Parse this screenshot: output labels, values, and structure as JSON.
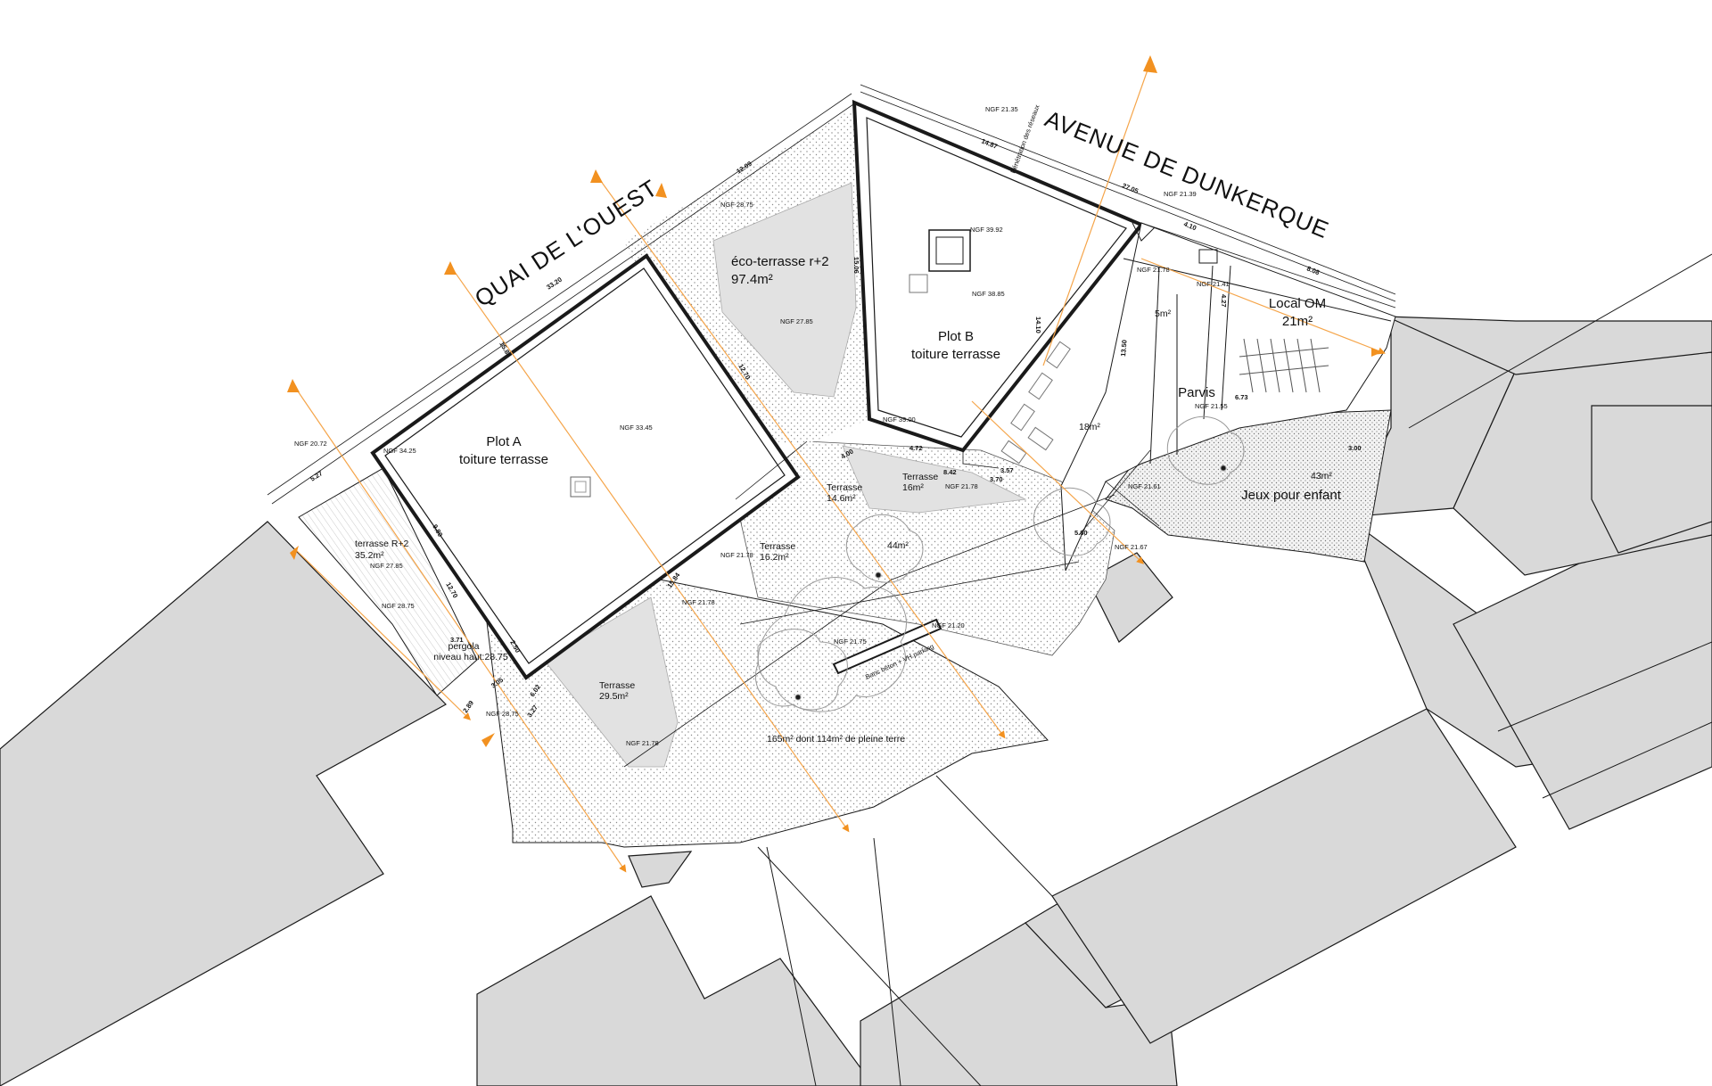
{
  "streets": {
    "quai": "QUAI DE L'OUEST",
    "avenue": "AVENUE DE DUNKERQUE"
  },
  "plots": {
    "a": {
      "title": "Plot A",
      "subtitle": "toiture terrasse",
      "ngf": "NGF 33.45"
    },
    "b": {
      "title": "Plot B",
      "subtitle": "toiture terrasse",
      "ngf_top": "NGF 39.92",
      "ngf_bottom": "NGF 38.85"
    }
  },
  "eco_terrace": {
    "label": "éco-terrasse r+2",
    "area": "97.4m²",
    "ngf": "NGF 27.85"
  },
  "terrace_r2": {
    "label": "terrasse R+2",
    "area": "35.2m²",
    "ngf": "NGF 27.85",
    "ngf2": "NGF 28.75"
  },
  "pergola": {
    "label": "pergola",
    "height": "niveau haut:28.75"
  },
  "terraces": [
    {
      "label": "Terrasse",
      "area": "14.6m²"
    },
    {
      "label": "Terrasse",
      "area": "16m²",
      "ngf": "NGF 21.78"
    },
    {
      "label": "Terrasse",
      "area": "16.2m²",
      "ngf": "NGF 21.78"
    },
    {
      "label": "Terrasse",
      "area": "29.5m²",
      "ngf": "NGF 21.78"
    }
  ],
  "local_om": {
    "label": "Local OM",
    "area": "21m²"
  },
  "parvis": {
    "label": "Parvis",
    "ngf": "NGF 21.55"
  },
  "jeux": {
    "label": "Jeux pour enfant",
    "area": "43m²"
  },
  "garden": {
    "area_text": "165m² dont 114m² de pleine terre",
    "sub_area": "44m²",
    "small_area": "18m²",
    "tiny_area": "5m²"
  },
  "bench": {
    "label": "Banc béton + VH parking"
  },
  "notes": {
    "reseaux": "Pénétration des réseaux"
  },
  "ngf_points": [
    "NGF 21.35",
    "NGF 28.75",
    "NGF 21.39",
    "NGF 21.78",
    "NGF 21.41",
    "NGF 39.00",
    "NGF 20.72",
    "NGF 34.25",
    "NGF 21.61",
    "NGF 21.67",
    "NGF 21.75",
    "NGF 21.20",
    "NGF 21.78",
    "NGF 28.75"
  ],
  "dimensions": [
    "12.09",
    "33.20",
    "14.87",
    "27.05",
    "4.10",
    "8.08",
    "15.06",
    "12.70",
    "14.10",
    "13.50",
    "4.27",
    "6.73",
    "3.00",
    "4.72",
    "8.42",
    "3.57",
    "3.70",
    "4.00",
    "5.27",
    "9.80",
    "12.70",
    "3.71",
    "2.50",
    "3.05",
    "6.02",
    "3.27",
    "2.89",
    "15.84",
    "5.80",
    "15.84"
  ],
  "colors": {
    "building": "#d9d9d9",
    "hatch": "#f1f1f1",
    "stroke": "#1a1a1a",
    "arrow": "#f29120",
    "arrow_line": "#f5a54a"
  }
}
